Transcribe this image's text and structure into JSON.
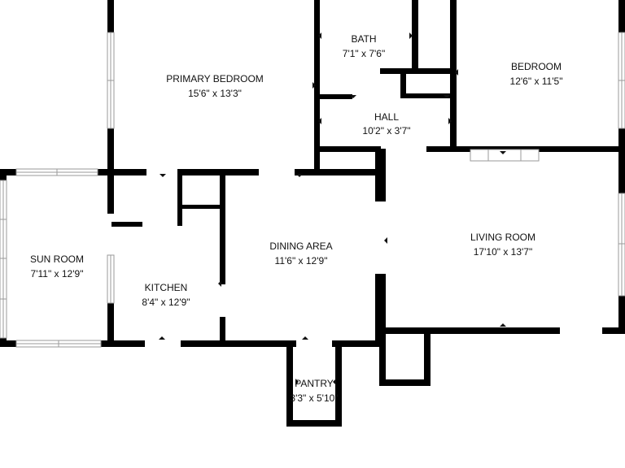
{
  "rooms": {
    "primary_bedroom": {
      "name": "PRIMARY BEDROOM",
      "size": "15'6\" x 13'3\""
    },
    "bath": {
      "name": "BATH",
      "size": "7'1\" x 7'6\""
    },
    "bedroom": {
      "name": "BEDROOM",
      "size": "12'6\" x 11'5\""
    },
    "hall": {
      "name": "HALL",
      "size": "10'2\" x 3'7\""
    },
    "sun_room": {
      "name": "SUN ROOM",
      "size": "7'11\" x 12'9\""
    },
    "kitchen": {
      "name": "KITCHEN",
      "size": "8'4\" x 12'9\""
    },
    "dining_area": {
      "name": "DINING AREA",
      "size": "11'6\" x 12'9\""
    },
    "living_room": {
      "name": "LIVING ROOM",
      "size": "17'10\" x 13'7\""
    },
    "pantry": {
      "name": "PANTRY",
      "size": "3'3\" x 5'10\""
    }
  },
  "colors": {
    "wall": "#000000",
    "window": "#9a9a9a",
    "background": "#ffffff"
  }
}
